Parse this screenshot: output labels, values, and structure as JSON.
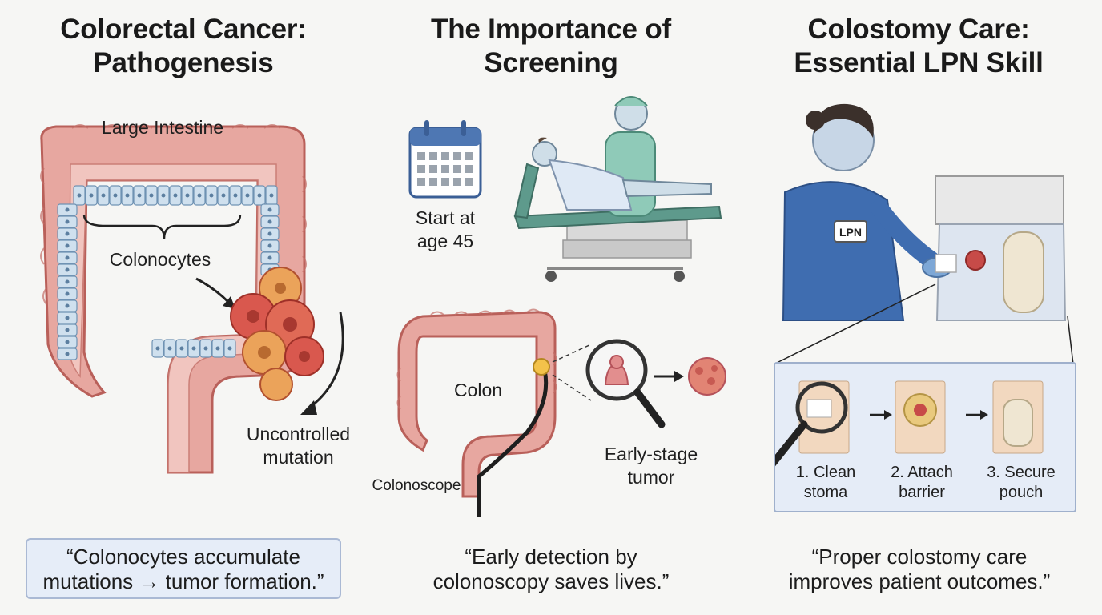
{
  "panels": {
    "pathogenesis": {
      "title_line1": "Colorectal Cancer:",
      "title_line2": "Pathogenesis",
      "label_large_intestine": "Large Intestine",
      "label_colonocytes": "Colonocytes",
      "label_mutation_line1": "Uncontrolled",
      "label_mutation_line2": "mutation",
      "quote_line1": "“Colonocytes accumulate",
      "quote_line2": "mutations → tumor formation.”"
    },
    "screening": {
      "title_line1": "The Importance of",
      "title_line2": "Screening",
      "label_start_line1": "Start at",
      "label_start_line2": "age 45",
      "label_colon": "Colon",
      "label_colonoscope": "Colonoscope",
      "label_tumor_line1": "Early-stage",
      "label_tumor_line2": "tumor",
      "quote_line1": "“Early detection by",
      "quote_line2": "colonoscopy saves lives.”"
    },
    "colostomy": {
      "title_line1": "Colostomy Care:",
      "title_line2": "Essential LPN Skill",
      "badge": "LPN",
      "steps": [
        {
          "line1": "1. Clean",
          "line2": "stoma"
        },
        {
          "line1": "2. Attach",
          "line2": "barrier"
        },
        {
          "line1": "3. Secure",
          "line2": "pouch"
        }
      ],
      "quote_line1": "“Proper colostomy care",
      "quote_line2": "improves patient outcomes.”"
    }
  },
  "colors": {
    "colon_pink": "#e7a7a0",
    "colon_outline": "#b9605a",
    "cell_blue": "#cfe0ee",
    "tumor_red": "#d9584e",
    "tumor_orange": "#eba35a",
    "scrub_blue": "#3f6db0",
    "quote_box": "#e6edf8"
  }
}
